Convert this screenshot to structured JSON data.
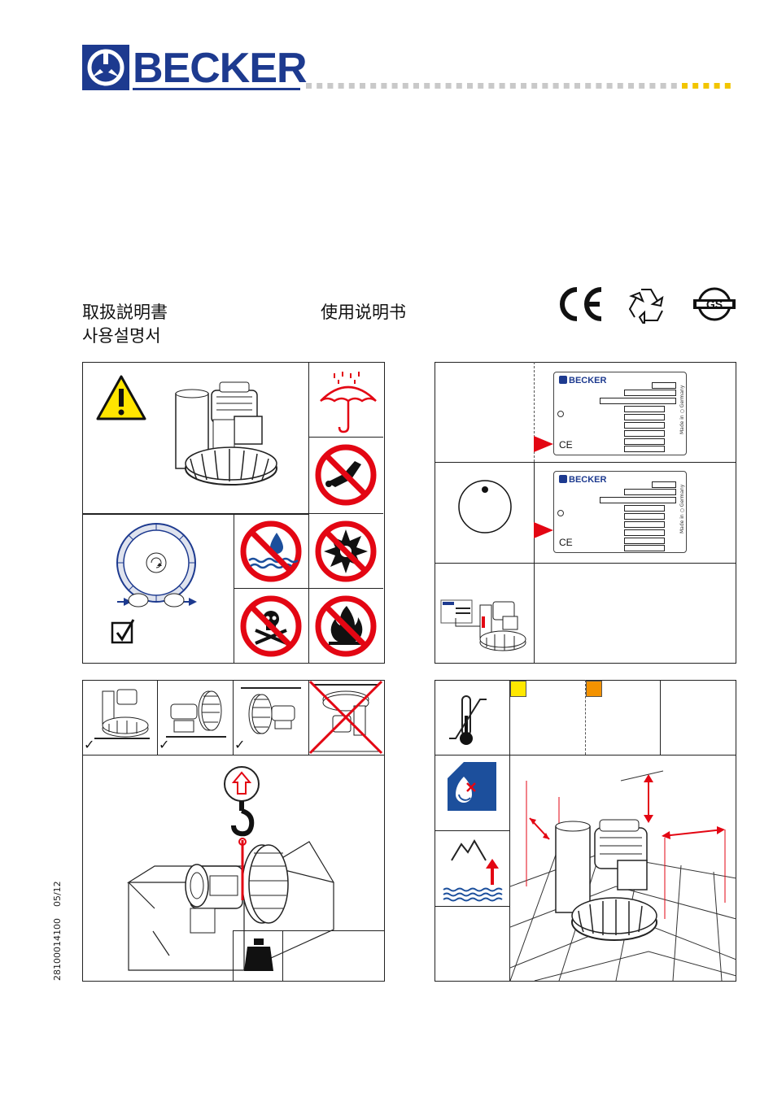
{
  "brand": {
    "name": "BECKER"
  },
  "titles": {
    "japanese": "取扱説明書",
    "korean": "사용설명서",
    "chinese": "使用说明书"
  },
  "certifications": [
    "CE",
    "recycle-symbol",
    "GS-mark"
  ],
  "nameplate": {
    "brand": "BECKER",
    "origin": "Made in",
    "country": "Germany",
    "ce": "CE"
  },
  "doc": {
    "code": "28100014100",
    "date": "05/12"
  },
  "colors": {
    "brand_blue": "#1d3a8f",
    "dot_grey": "#c9c9c9",
    "dot_yellow": "#f2c500",
    "prohibit_red": "#e30613",
    "warning_yellow": "#ffe500",
    "swatch_yellow": "#ffe800",
    "swatch_orange": "#f39200",
    "water_blue": "#1c4f9c"
  },
  "icons": [
    "warning-triangle-icon",
    "umbrella-rain-icon",
    "no-grinding-icon",
    "no-water-icon",
    "no-explosive-icon",
    "no-toxic-icon",
    "no-fire-icon",
    "lift-hook-icon",
    "weight-icon",
    "thermometer-icon",
    "altitude-icon"
  ]
}
